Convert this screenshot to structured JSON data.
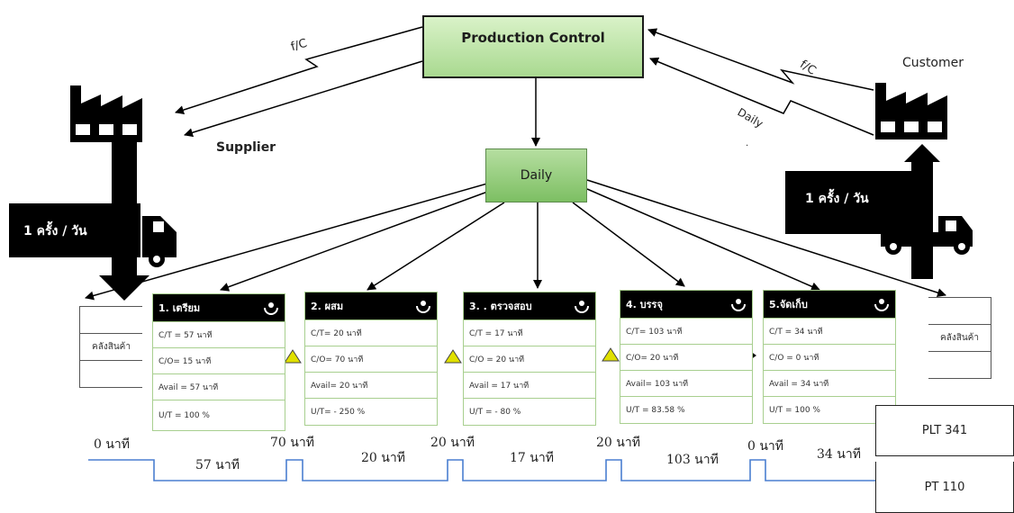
{
  "production_control": {
    "label": "Production Control"
  },
  "daily_box": {
    "label": "Daily"
  },
  "supplier": {
    "label": "Supplier"
  },
  "customer": {
    "label": "Customer",
    "dot": "."
  },
  "info_flow": {
    "supplier_fc": "f/C",
    "customer_fc": "f/C",
    "customer_daily": "Daily"
  },
  "shipments": {
    "inbound": "1 ครั้ง / วัน",
    "outbound": "1 ครั้ง / วัน"
  },
  "inventory": {
    "raw": "คลังสินค้า",
    "finished": "คลังสินค้า"
  },
  "processes": [
    {
      "title": "1. เตรียม",
      "rows": [
        "C/T = 57 นาที",
        "C/O= 15 นาที",
        "Avail = 57 นาที",
        "U/T = 100 %"
      ]
    },
    {
      "title": "2. ผสม",
      "rows": [
        "C/T= 20 นาที",
        "C/O= 70 นาที",
        "Avail= 20 นาที",
        "U/T= - 250 %"
      ]
    },
    {
      "title": "3. . ตรวจสอบ",
      "rows": [
        "C/T = 17 นาที",
        "C/O = 20 นาที",
        "Avail = 17 นาที",
        "U/T = - 80 %"
      ]
    },
    {
      "title": "4. บรรจุ",
      "rows": [
        "C/T= 103 นาที",
        "C/O= 20 นาที",
        "Avail= 103 นาที",
        "U/T = 83.58 %"
      ]
    },
    {
      "title": "5.จัดเก็บ",
      "rows": [
        "C/T = 34 นาที",
        "C/O = 0 นาที",
        "Avail = 34 นาที",
        "U/T = 100 %"
      ]
    }
  ],
  "timeline": {
    "wait_labels": [
      "0 นาที",
      "70 นาที",
      "20 นาที",
      "20 นาที",
      "0 นาที"
    ],
    "process_labels": [
      "57 นาที",
      "20 นาที",
      "17 นาที",
      "103 นาที",
      "34 นาที"
    ]
  },
  "summary": {
    "plt": "PLT 341",
    "pt": "PT 110"
  },
  "colors": {
    "process_border": "#a8cf8f",
    "timeline": "#4a7fd0",
    "pc_fill": "#c9ebb3",
    "daily_fill": "#8fca75",
    "warning": "#e0e000"
  }
}
